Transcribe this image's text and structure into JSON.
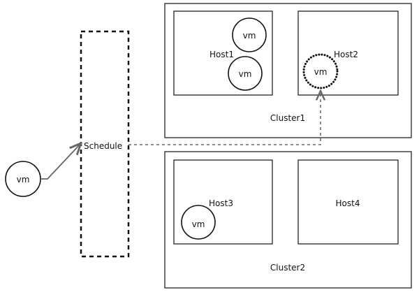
{
  "scheduler": {
    "label": "Schedule"
  },
  "incoming_vm": {
    "label": "vm"
  },
  "clusters": [
    {
      "label": "Cluster1",
      "hosts": [
        {
          "label": "Host1",
          "vms": [
            "vm",
            "vm"
          ]
        },
        {
          "label": "Host2",
          "vms": [
            "vm"
          ],
          "pending_vm": true
        }
      ]
    },
    {
      "label": "Cluster2",
      "hosts": [
        {
          "label": "Host3",
          "vms": [
            "vm"
          ]
        },
        {
          "label": "Host4",
          "vms": []
        }
      ]
    }
  ]
}
